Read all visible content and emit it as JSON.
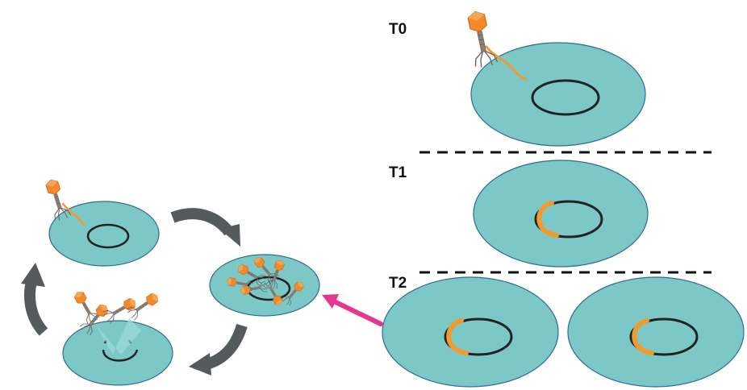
{
  "stages": {
    "t0": "T0",
    "t1": "T1",
    "t2": "T2"
  },
  "colors": {
    "cell_fill": "#7cc8c6",
    "cell_stroke": "#2e6a96",
    "genome": "#222222",
    "insert": "#f39a2f",
    "phage_head": "#f2892a",
    "phage_tail": "#8c7f76",
    "cycle_arrow": "#555a5c",
    "link_arrow": "#e2388f",
    "divider": "#111111"
  }
}
